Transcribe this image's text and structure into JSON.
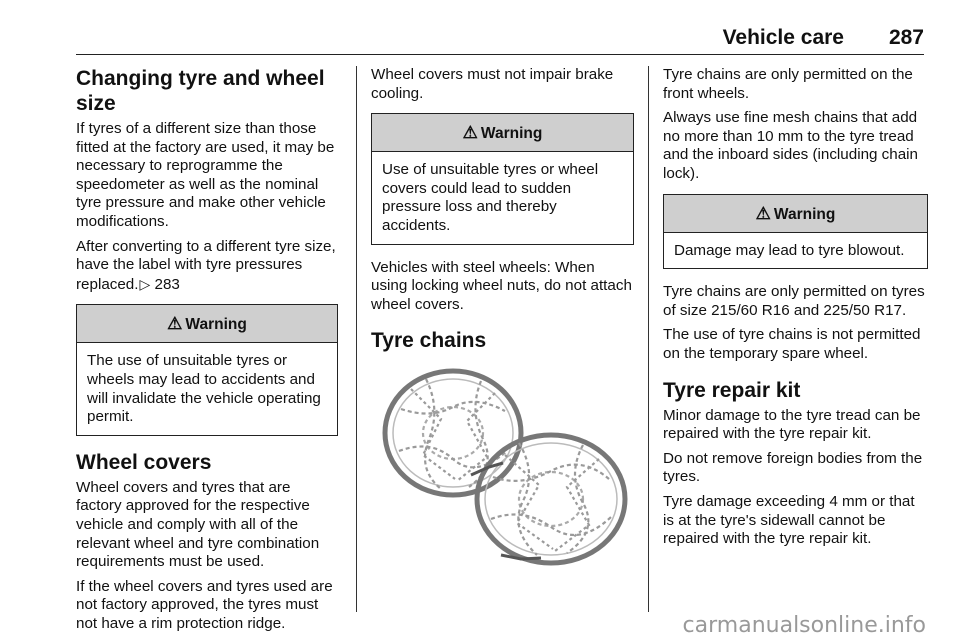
{
  "header": {
    "section": "Vehicle care",
    "page_number": "287"
  },
  "col1": {
    "heading1": "Changing tyre and wheel size",
    "p1": "If tyres of a different size than those fitted at the factory are used, it may be necessary to reprogramme the speedometer as well as the nominal tyre pressure and make other vehicle modifications.",
    "p2_text": "After converting to a different tyre size, have the label with tyre pressures replaced.",
    "p2_ref_icon": "▷",
    "p2_ref_page": "283",
    "warning1_title": "Warning",
    "warning1_body": "The use of unsuitable tyres or wheels may lead to accidents and will invalidate the vehicle operating permit.",
    "heading2": "Wheel covers",
    "p3": "Wheel covers and tyres that are factory approved for the respective vehicle and comply with all of the relevant wheel and tyre combination requirements must be used.",
    "p4": "If the wheel covers and tyres used are not factory approved, the tyres must not have a rim protection ridge."
  },
  "col2": {
    "p1": "Wheel covers must not impair brake cooling.",
    "warning2_title": "Warning",
    "warning2_body": "Use of unsuitable tyres or wheel covers could lead to sudden pressure loss and thereby accidents.",
    "p2": "Vehicles with steel wheels: When using locking wheel nuts, do not attach wheel covers.",
    "heading3": "Tyre chains"
  },
  "col3": {
    "p1": "Tyre chains are only permitted on the front wheels.",
    "p2": "Always use fine mesh chains that add no more than 10 mm to the tyre tread and the inboard sides (including chain lock).",
    "warning3_title": "Warning",
    "warning3_body": "Damage may lead to tyre blowout.",
    "p3": "Tyre chains are only permitted on tyres of size 215/60 R16 and 225/50 R17.",
    "p4": "The use of tyre chains is not permitted on the temporary spare wheel.",
    "heading4": "Tyre repair kit",
    "p5": "Minor damage to the tyre tread can be repaired with the tyre repair kit.",
    "p6": "Do not remove foreign bodies from the tyres.",
    "p7": "Tyre damage exceeding 4 mm or that is at the tyre's sidewall cannot be repaired with the tyre repair kit."
  },
  "footer": {
    "watermark": "carmanualsonline.info"
  },
  "icons": {
    "warning": "warning-triangle-icon",
    "xref": "arrow-right-icon",
    "illustration": "tyre-chains-illustration"
  },
  "colors": {
    "warning_header_bg": "#cfcfcf",
    "text": "#111111",
    "watermark": "#999999"
  }
}
